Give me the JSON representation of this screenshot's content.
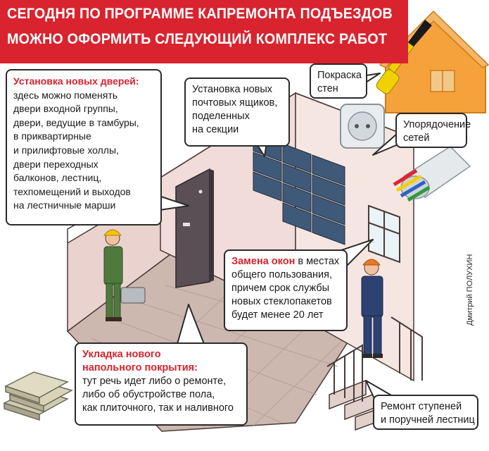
{
  "banner": {
    "line1": "СЕГОДНЯ ПО ПРОГРАММЕ КАПРЕМОНТА ПОДЪЕЗДОВ",
    "line2": "МОЖНО ОФОРМИТЬ СЛЕДУЮЩИЙ КОМПЛЕКС РАБОТ"
  },
  "callouts": {
    "doors": {
      "heading": "Установка новых дверей:",
      "lines": [
        "здесь можно поменять",
        "двери входной группы,",
        "двери, ведущие в тамбуры,",
        "в приквартирные",
        "и прилифтовые холлы,",
        "двери переходных",
        "балконов, лестниц,",
        "техпомещений и выходов",
        "на лестничные марши"
      ]
    },
    "mailboxes": {
      "lines": [
        "Установка новых",
        "почтовых ящиков,",
        "поделенных",
        "на секции"
      ]
    },
    "painting": {
      "lines": [
        "Покраска",
        "стен"
      ]
    },
    "networks": {
      "lines": [
        "Упорядочение",
        "сетей"
      ]
    },
    "windows": {
      "heading": "Замена окон",
      "heading_tail": " в местах",
      "lines": [
        "общего пользования,",
        "причем срок службы",
        "новых стеклопакетов",
        "будет менее 20 лет"
      ]
    },
    "flooring": {
      "heading_lines": [
        "Укладка нового",
        "напольного покрытия:"
      ],
      "lines": [
        "тут речь идет либо о ремонте,",
        "либо об обустройстве пола,",
        "как плиточного, так и наливного"
      ]
    },
    "stairs": {
      "lines": [
        "Ремонт ступеней",
        "и поручней лестниц"
      ]
    }
  },
  "credit": "Дмитрий ПОЛУХИН",
  "colors": {
    "banner_red": "#d9232e",
    "accent_red": "#d9232e",
    "wall_pink": "#f1dcd9",
    "floor_tile": "#cdb8b0",
    "house_orange": "#f6a23c",
    "mailbox_blue": "#3f5a78",
    "door_brown": "#5a4f55",
    "worker_green": "#4f7a3e",
    "worker_navy": "#2c4272",
    "helmet_yellow": "#f5c20b",
    "helmet_orange": "#e8782a"
  }
}
